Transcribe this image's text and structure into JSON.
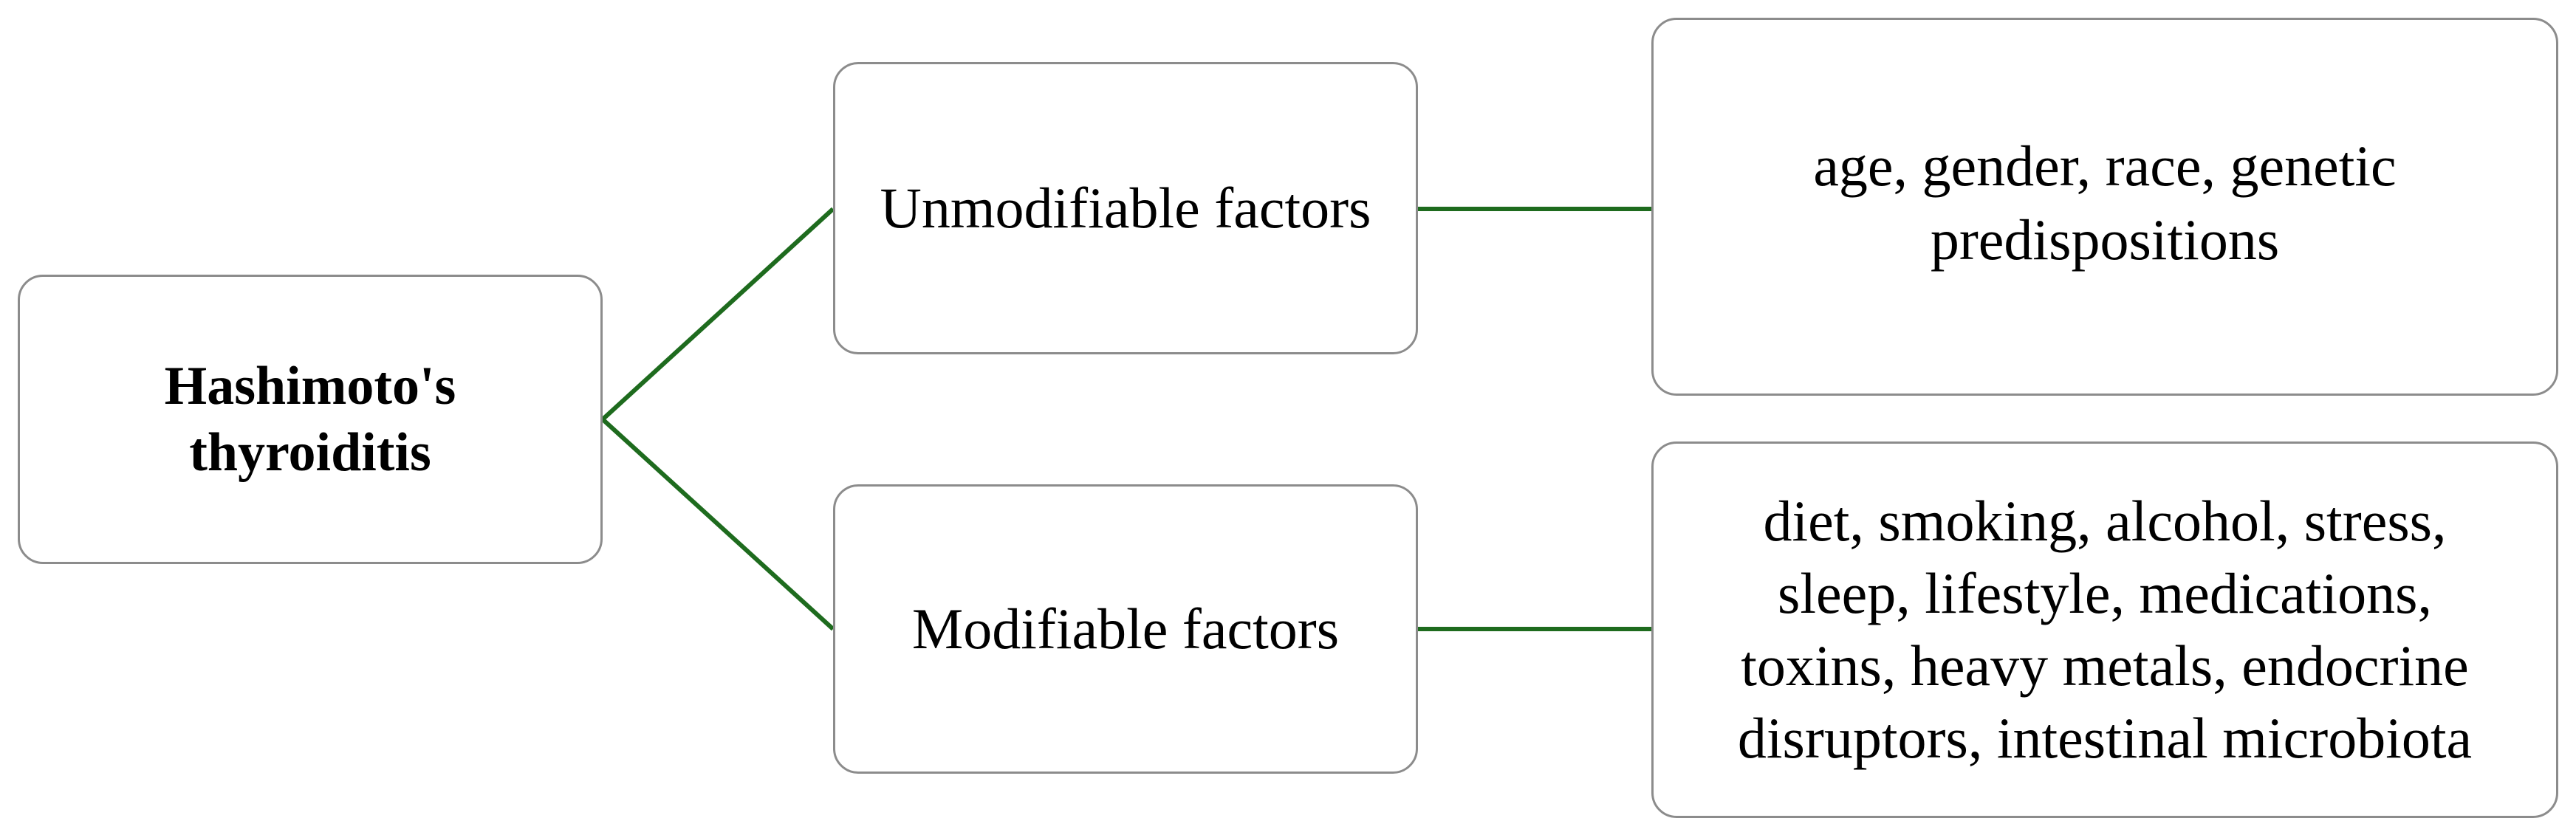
{
  "diagram": {
    "root": {
      "label": "Hashimoto's\nthyroiditis"
    },
    "branches": [
      {
        "label": "Unmodifiable factors",
        "details": "age, gender, race, genetic\npredispositions"
      },
      {
        "label": "Modifiable factors",
        "details": "diet, smoking, alcohol, stress,\nsleep, lifestyle, medications,\ntoxins, heavy metals, endocrine\ndisruptors, intestinal microbiota"
      }
    ]
  },
  "colors": {
    "connector": "#1e6b1e",
    "box_border": "#8c8c8c",
    "text": "#000000",
    "background": "#ffffff"
  }
}
